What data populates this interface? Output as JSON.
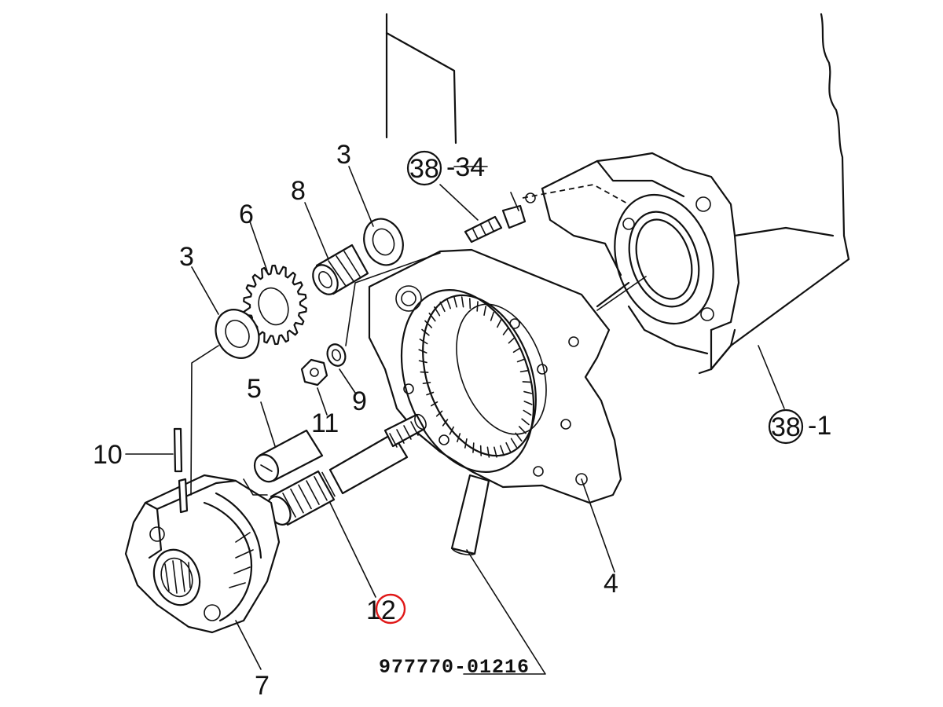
{
  "callouts": {
    "c3_upper": "3",
    "c8": "8",
    "c6": "6",
    "c3_lower": "3",
    "c5": "5",
    "c10": "10",
    "c11": "11",
    "c9": "9",
    "c12": "12",
    "c7": "7",
    "c4": "4",
    "c38_34_circle": "38",
    "c38_34_suffix": "-34",
    "c38_1_circle": "38",
    "c38_1_suffix": "-1"
  },
  "part_number": "977770-01216",
  "highlight_color": "#e01818"
}
